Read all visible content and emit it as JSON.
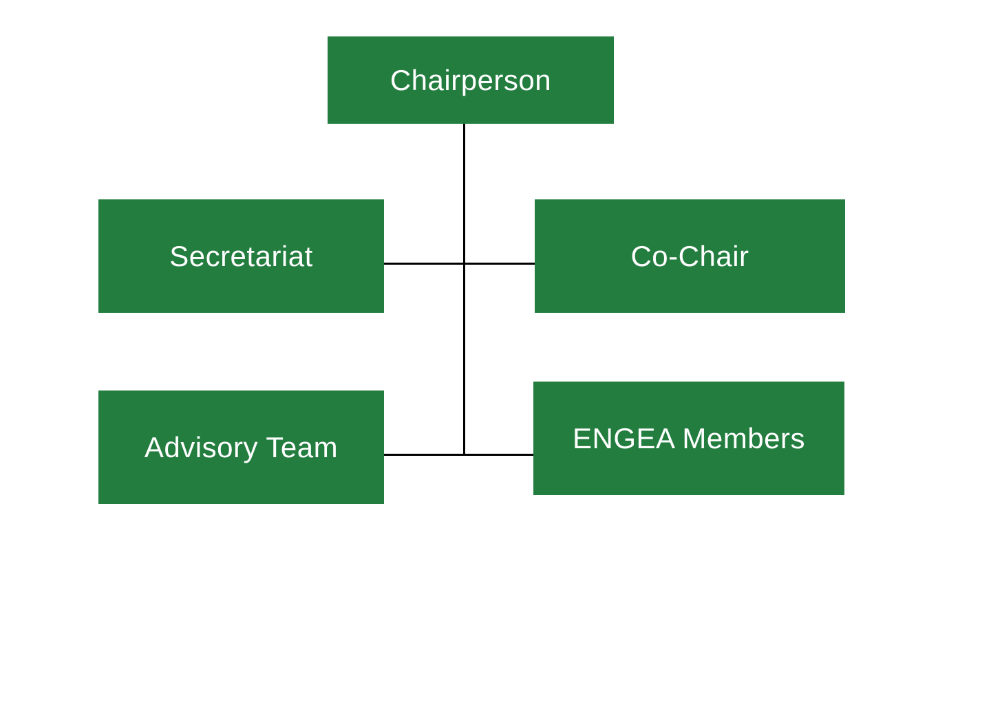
{
  "diagram": {
    "type": "org-chart",
    "background_color": "#ffffff",
    "node_fill_color": "#237d3f",
    "node_text_color": "#ffffff",
    "connector_color": "#000000",
    "nodes": [
      {
        "id": "chairperson",
        "label": "Chairperson"
      },
      {
        "id": "secretariat",
        "label": "Secretariat"
      },
      {
        "id": "co-chair",
        "label": "Co-Chair"
      },
      {
        "id": "advisory-team",
        "label": "Advisory Team"
      },
      {
        "id": "engea-members",
        "label": "ENGEA Members"
      }
    ],
    "edges": [
      {
        "from": "chairperson",
        "to": "secretariat"
      },
      {
        "from": "chairperson",
        "to": "co-chair"
      },
      {
        "from": "chairperson",
        "to": "advisory-team"
      },
      {
        "from": "chairperson",
        "to": "engea-members"
      }
    ]
  }
}
